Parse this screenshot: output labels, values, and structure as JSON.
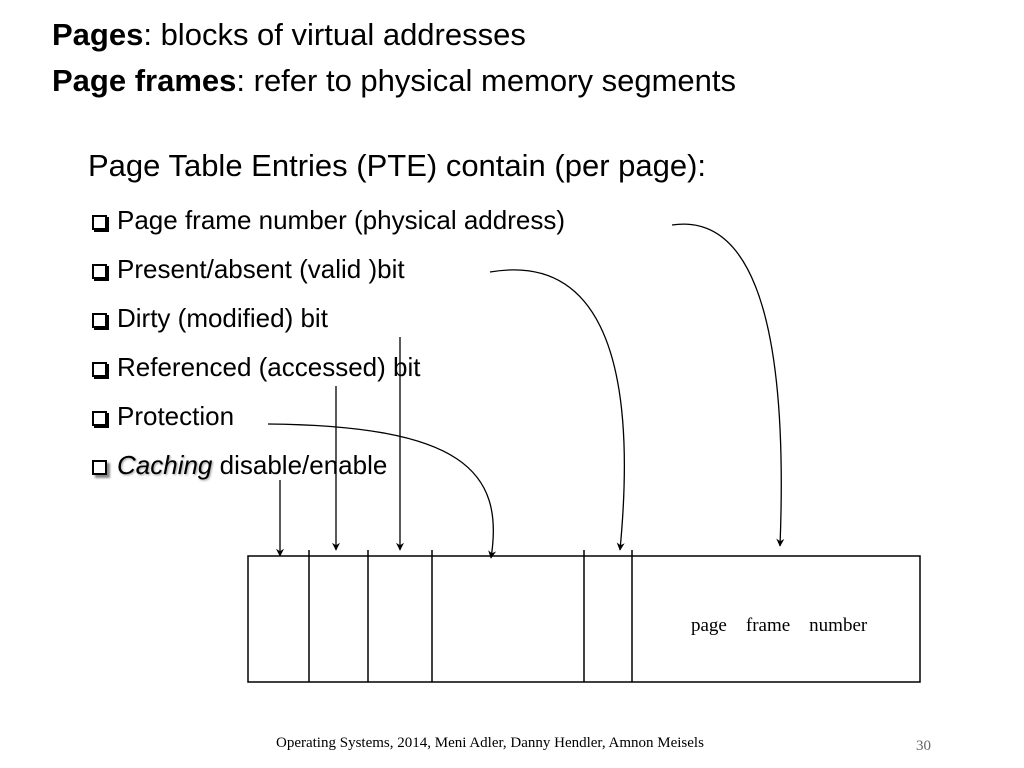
{
  "title": {
    "line1_bold": "Pages",
    "line1_rest": ": blocks of virtual addresses",
    "line2_bold": "Page frames",
    "line2_rest": ": refer to physical memory segments"
  },
  "subheading": "Page Table Entries (PTE) contain (per page):",
  "bullets": [
    {
      "text": "Page frame number (physical address)"
    },
    {
      "text": "Present/absent (valid )bit"
    },
    {
      "text": "Dirty  (modified) bit"
    },
    {
      "text": "Referenced  (accessed) bit"
    },
    {
      "text": "Protection"
    },
    {
      "italic": "Caching",
      "text": " disable/enable"
    }
  ],
  "pte_table": {
    "field_label": "page    frame    number"
  },
  "footer": {
    "credit": "Operating Systems, 2014, Meni Adler, Danny Hendler, Amnon Meisels",
    "page_number": "30"
  }
}
